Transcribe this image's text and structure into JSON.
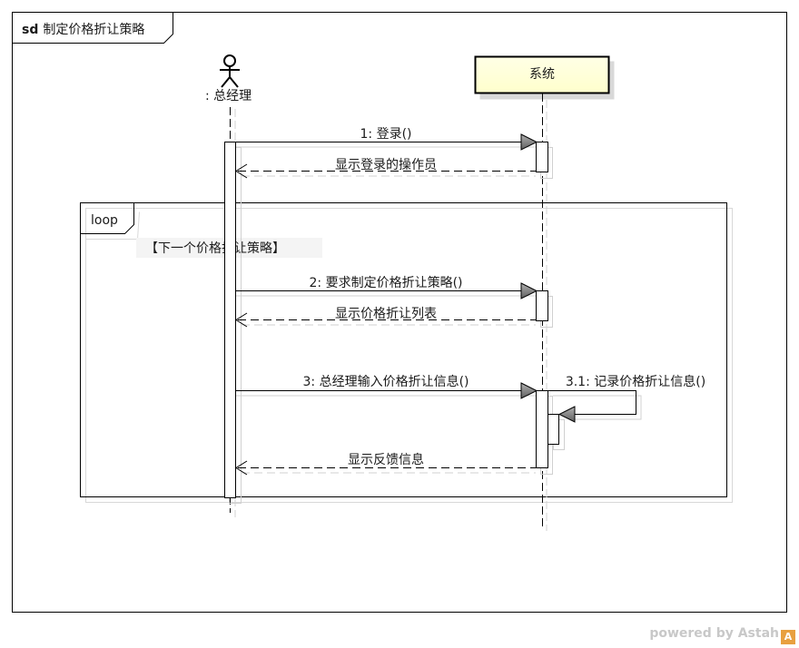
{
  "frame": {
    "keyword": "sd",
    "name": "制定价格折让策略"
  },
  "lifelines": {
    "actor": ": 总经理",
    "system": "系统"
  },
  "loop": {
    "operator": "loop",
    "guard": "【下一个价格折让策略】"
  },
  "messages": [
    {
      "label": "1: 登录()",
      "kind": "sync"
    },
    {
      "label": "显示登录的操作员",
      "kind": "reply"
    },
    {
      "label": "2: 要求制定价格折让策略()",
      "kind": "sync"
    },
    {
      "label": "显示价格折让列表",
      "kind": "reply"
    },
    {
      "label": "3: 总经理输入价格折让信息()",
      "kind": "sync"
    },
    {
      "label": "3.1: 记录价格折让信息()",
      "kind": "self"
    },
    {
      "label": "显示反馈信息",
      "kind": "reply"
    }
  ],
  "watermark": {
    "text": "powered by Astah",
    "badge": "A"
  },
  "colors": {
    "line": "#000000",
    "shadow": "#d0d0d0",
    "system_box_fill": "#ffffcc",
    "arrow_fill": "#808080"
  }
}
